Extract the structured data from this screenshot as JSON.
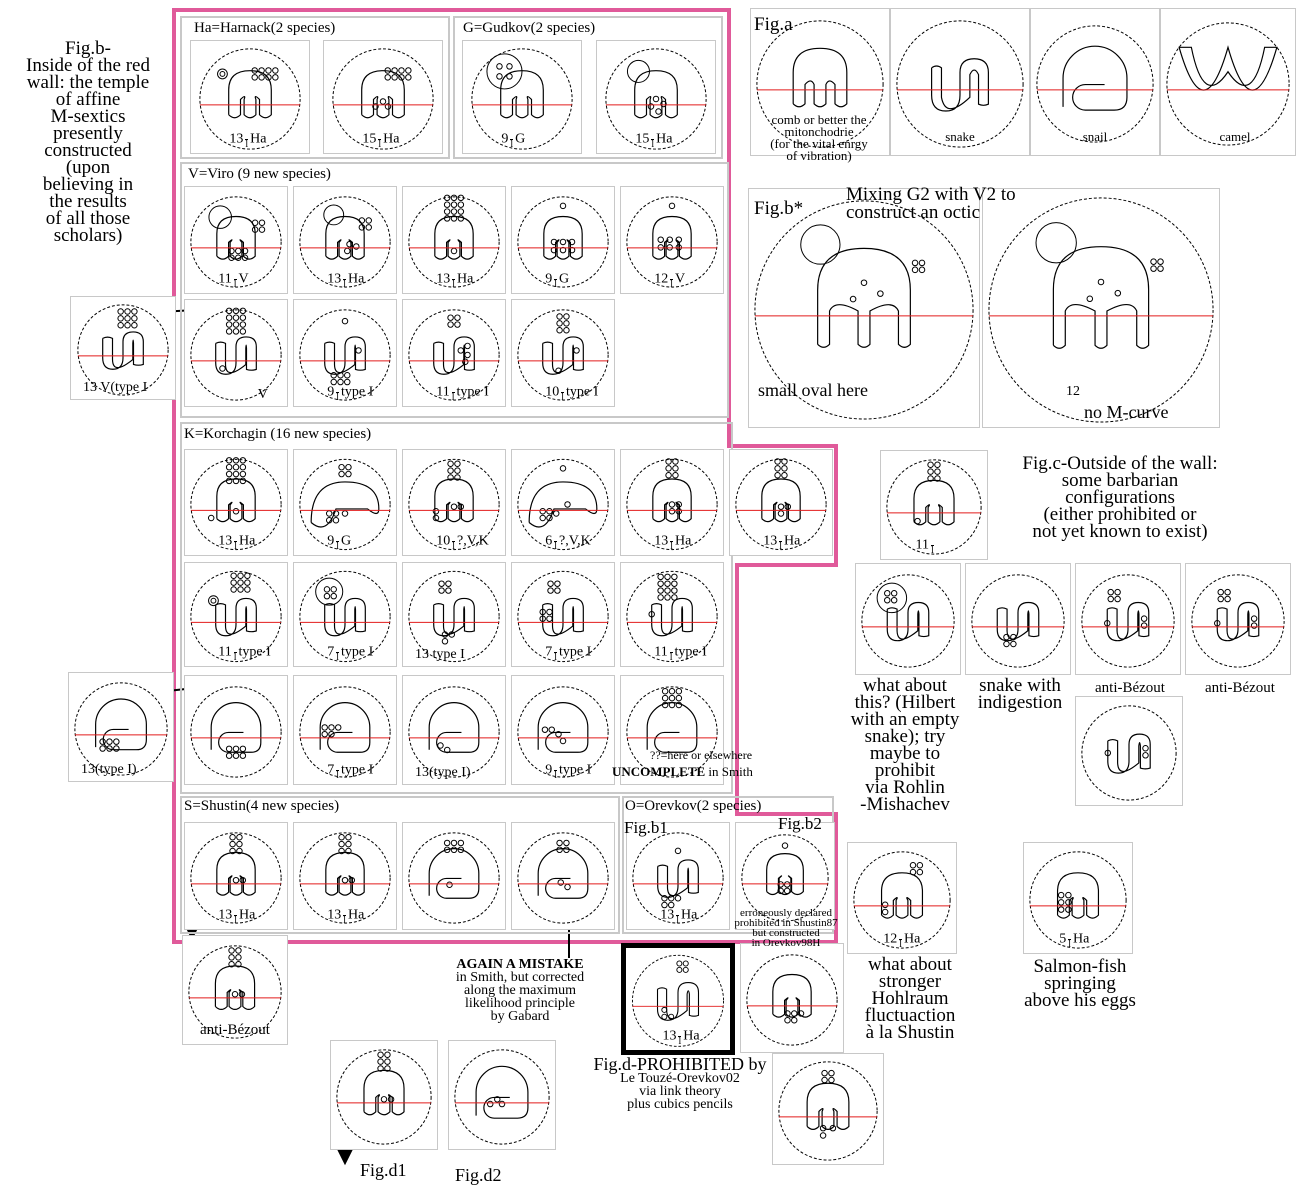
{
  "colors": {
    "wall": "#e05a9a",
    "axis": "#e21b1b",
    "panel_border": "#c8c8c8",
    "prohibited_border": "#000000"
  },
  "sections": {
    "harnack": "Ha=Harnack(2 species)",
    "gudkov": "G=Gudkov(2 species)",
    "viro": "V=Viro (9 new species)",
    "korchagin": "K=Korchagin (16 new species)",
    "shustin": "S=Shustin(4 new species)",
    "orevkov": "O=Orevkov(2 species)"
  },
  "inside_note": [
    "Fig.b-",
    "Inside of the red",
    "wall: the temple",
    "of affine",
    "M-sextics",
    "presently",
    "constructed",
    "(upon",
    "believing in",
    "the results",
    "of all those",
    "scholars)"
  ],
  "fig_a": {
    "title": "Fig.a",
    "labels": [
      "comb or better the",
      "mitonchodrie",
      "(for the vital enrgy",
      "of vibration)"
    ],
    "snake": "snake",
    "snail": "snail",
    "camel": "camel"
  },
  "fig_bstar": {
    "title": "Fig.b*",
    "caption": [
      "Mixing G2 with V2 to",
      "construct an octic"
    ],
    "small_oval": "small oval here",
    "no_mcurve": "no M-curve",
    "num": "12"
  },
  "fig_c": {
    "title": [
      "Fig.c-Outside of the wall:",
      "some barbarian",
      "configurations",
      "(either prohibited or",
      "not yet known to exist)"
    ],
    "what_about": [
      "what about",
      "this? (Hilbert",
      "with an empty",
      "snake); try",
      "maybe to",
      "prohibit",
      "via Rohlin",
      "-Mishachev"
    ],
    "snake_ind": [
      "snake with",
      "indigestion"
    ],
    "anti1": "anti-Bézout",
    "anti2": "anti-Bézout",
    "hohl": [
      "what about",
      "stronger",
      "Hohlraum",
      "fluctuaction",
      "à la Shustin"
    ],
    "salmon": [
      "Salmon-fish",
      "springing",
      "above his eggs"
    ]
  },
  "fig_d": {
    "title": [
      "Fig.d-PROHIBITED by",
      "Le Touzé-Orevkov02",
      "via link theory",
      "plus cubics pencils"
    ],
    "d1": "Fig.d1",
    "d2": "Fig.d2"
  },
  "orevkov_notes": {
    "b1": "Fig.b1",
    "b2": "Fig.b2",
    "err": [
      "erroneously declared",
      "prohibited in Shustin87",
      "but constructed",
      "in Orevkov98H"
    ]
  },
  "mistake": {
    "bold": "AGAIN A MISTAKE",
    "rest": [
      "in Smith, but corrected",
      "along the maximum",
      "likelihood principle",
      "by Gabard"
    ]
  },
  "uncomplete": {
    "q": "??=here or elsewhere",
    "bold": "UNCOMPLETE",
    "rest": " in Smith"
  },
  "anti_below": "anti-Bézout",
  "ha1": {
    "num": "13",
    "suffix": "Ha"
  },
  "ha2": {
    "num": "15",
    "suffix": "Ha"
  },
  "g1": {
    "num": "9",
    "suffix": "G"
  },
  "g2": {
    "num": "15",
    "suffix": "Ha"
  },
  "v1": {
    "num": "11",
    "suffix": "V"
  },
  "v2": {
    "num": "13",
    "suffix": "Ha"
  },
  "v3": {
    "num": "13",
    "suffix": "Ha"
  },
  "v4": {
    "num": "9",
    "suffix": "G"
  },
  "v5": {
    "num": "12",
    "suffix": "V"
  },
  "v6": {
    "suffix": "V"
  },
  "v7": {
    "num": "9",
    "suffix": "type I"
  },
  "v8": {
    "num": "11",
    "suffix": "type I"
  },
  "v9": {
    "num": "10",
    "suffix": "type I"
  },
  "left_v": {
    "text": "13  V(type I"
  },
  "left_k": {
    "text": "13(type I)"
  },
  "k1": {
    "num": "13",
    "suffix": "Ha"
  },
  "k2": {
    "num": "9",
    "suffix": "G"
  },
  "k3": {
    "num": "10",
    "suffix": "?,V,K"
  },
  "k4": {
    "num": "6",
    "suffix": "?,V,K"
  },
  "k5": {
    "num": "13",
    "suffix": "Ha"
  },
  "k6": {
    "num": "13",
    "suffix": "Ha"
  },
  "k7": {
    "num": "11",
    "suffix": "type I"
  },
  "k8": {
    "num": "7",
    "suffix": "type I"
  },
  "k9": {
    "text": "13 type I"
  },
  "k10": {
    "num": "7",
    "suffix": "type I"
  },
  "k11": {
    "num": "11",
    "suffix": "type I"
  },
  "k13": {
    "num": "7",
    "suffix": "type I"
  },
  "k14": {
    "text": "13(type I)"
  },
  "k15": {
    "num": "9",
    "suffix": "type I"
  },
  "s1": {
    "num": "13",
    "suffix": "Ha"
  },
  "s2": {
    "num": "13",
    "suffix": "Ha"
  },
  "o1": {
    "num": "13",
    "suffix": "Ha"
  },
  "c1": {
    "num": "11"
  },
  "c_hohl": {
    "num": "12",
    "suffix": "Ha"
  },
  "c_salmon": {
    "num": "5",
    "suffix": "Ha"
  },
  "d_main": {
    "num": "13",
    "suffix": "Ha"
  }
}
